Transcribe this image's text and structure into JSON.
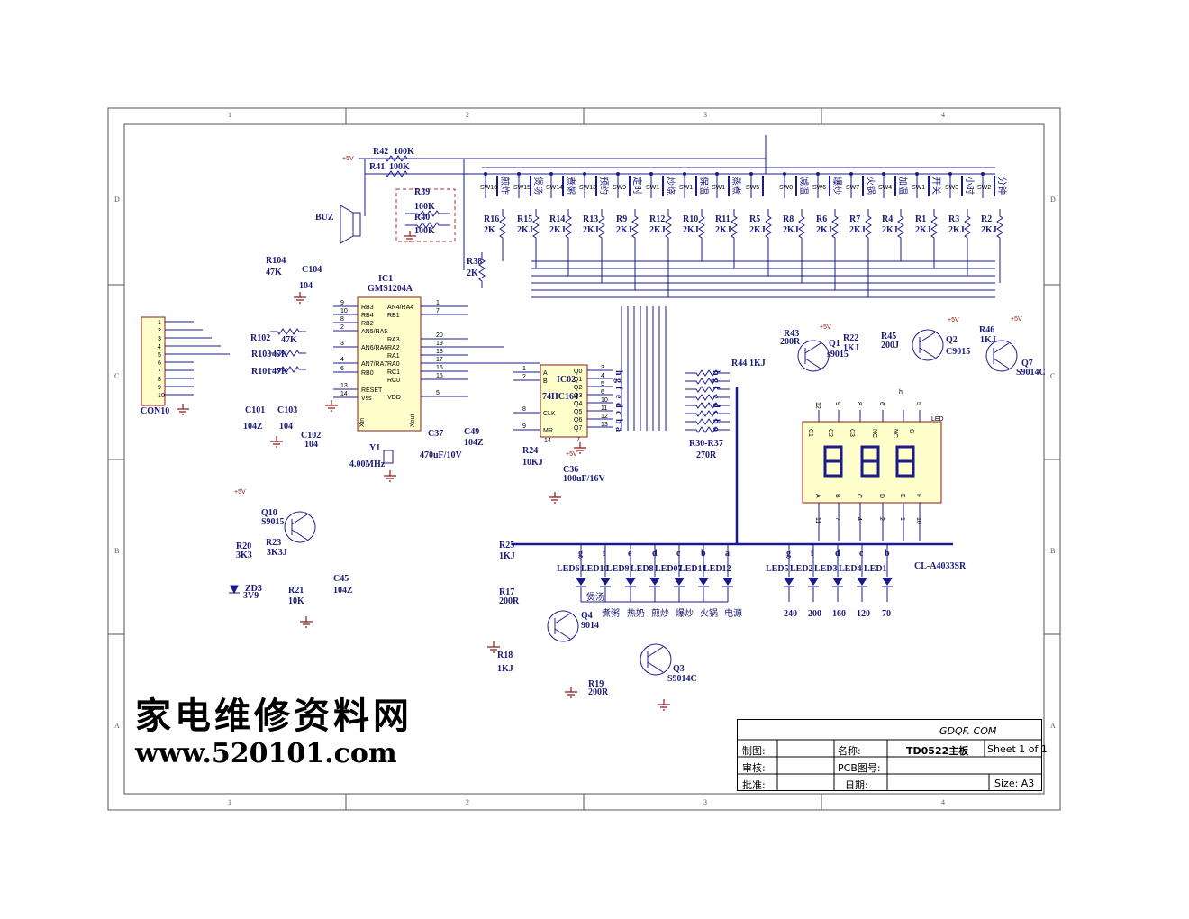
{
  "grid": {
    "cols": [
      "1",
      "2",
      "3",
      "4"
    ],
    "rows": [
      "D",
      "C",
      "B",
      "A"
    ]
  },
  "power_label": "+5V",
  "resistors_top": [
    {
      "ref": "R42",
      "value": "100K"
    },
    {
      "ref": "R41",
      "value": "100K"
    },
    {
      "ref": "R39",
      "value": "100K"
    },
    {
      "ref": "R40",
      "value": "100K"
    },
    {
      "ref": "R38",
      "value": "2K"
    },
    {
      "ref": "R104",
      "value": "47K"
    }
  ],
  "buzzer": "BUZ",
  "switches": [
    {
      "ref": "SW16",
      "cn": "煎炸"
    },
    {
      "ref": "SW15",
      "cn": "煲汤"
    },
    {
      "ref": "SW14",
      "cn": "煮粥"
    },
    {
      "ref": "SW13",
      "cn": "预约"
    },
    {
      "ref": "SW9",
      "cn": "定时"
    },
    {
      "ref": "SW1",
      "cn": "炒烧"
    },
    {
      "ref": "SW1",
      "cn": "保温"
    },
    {
      "ref": "SW1",
      "cn": "蒸煮"
    },
    {
      "ref": "SW5",
      "cn": ""
    },
    {
      "ref": "SW8",
      "cn": "减温"
    },
    {
      "ref": "SW6",
      "cn": "爆炒"
    },
    {
      "ref": "SW7",
      "cn": "火锅"
    },
    {
      "ref": "SW4",
      "cn": "加温"
    },
    {
      "ref": "SW1",
      "cn": "开关"
    },
    {
      "ref": "SW3",
      "cn": "小时"
    },
    {
      "ref": "SW2",
      "cn": "分钟"
    }
  ],
  "switch_resistors": [
    {
      "ref": "R16",
      "value": "2K"
    },
    {
      "ref": "R15",
      "value": "2KJ"
    },
    {
      "ref": "R14",
      "value": "2KJ"
    },
    {
      "ref": "R13",
      "value": "2KJ"
    },
    {
      "ref": "R9",
      "value": "2KJ"
    },
    {
      "ref": "R12",
      "value": "2KJ"
    },
    {
      "ref": "R10",
      "value": "2KJ"
    },
    {
      "ref": "R11",
      "value": "2KJ"
    },
    {
      "ref": "R5",
      "value": "2KJ"
    },
    {
      "ref": "R8",
      "value": "2KJ"
    },
    {
      "ref": "R6",
      "value": "2KJ"
    },
    {
      "ref": "R7",
      "value": "2KJ"
    },
    {
      "ref": "R4",
      "value": "2KJ"
    },
    {
      "ref": "R1",
      "value": "2KJ"
    },
    {
      "ref": "R3",
      "value": "2KJ"
    },
    {
      "ref": "R2",
      "value": "2KJ"
    }
  ],
  "ic1": {
    "ref": "IC1",
    "part": "GMS1204A",
    "left_pins": [
      {
        "num": "9",
        "name": "RB3"
      },
      {
        "num": "10",
        "name": "RB4"
      },
      {
        "num": "8",
        "name": "RB2"
      },
      {
        "num": "2",
        "name": "AN5/RA5"
      },
      {
        "num": "3",
        "name": "AN6/RA6"
      },
      {
        "num": "4",
        "name": "AN7/RA7"
      },
      {
        "num": "6",
        "name": "RB0"
      },
      {
        "num": "13",
        "name": "RESET"
      },
      {
        "num": "14",
        "name": "Vss"
      }
    ],
    "right_pins": [
      {
        "num": "1",
        "name": "AN4/RA4"
      },
      {
        "num": "7",
        "name": "RB1"
      },
      {
        "num": "20",
        "name": "RA3"
      },
      {
        "num": "19",
        "name": "RA2"
      },
      {
        "num": "18",
        "name": "RA1"
      },
      {
        "num": "17",
        "name": "RA0"
      },
      {
        "num": "16",
        "name": "RC1"
      },
      {
        "num": "15",
        "name": "RC0"
      },
      {
        "num": "5",
        "name": "VDD"
      }
    ],
    "bottom": [
      "Xin",
      "Xout"
    ]
  },
  "ic2": {
    "ref": "IC02",
    "part": "74HC164",
    "pins_left": [
      "A",
      "B",
      "CLK",
      "MR"
    ],
    "pins_right": [
      "Q0",
      "Q1",
      "Q2",
      "Q3",
      "Q4",
      "Q5",
      "Q6",
      "Q7"
    ],
    "pin_nums_left": [
      "1",
      "2",
      "8",
      "9"
    ],
    "pin_nums_right": [
      "3",
      "4",
      "5",
      "6",
      "10",
      "11",
      "12",
      "13"
    ],
    "vcc_pin": "14",
    "gnd_pin": "7"
  },
  "connector": {
    "ref": "CON10",
    "pins": [
      "1",
      "2",
      "3",
      "4",
      "5",
      "6",
      "7",
      "8",
      "9",
      "10"
    ]
  },
  "left_parts": [
    {
      "ref": "R102",
      "value": "47K"
    },
    {
      "ref": "R103",
      "value": "47K"
    },
    {
      "ref": "R101",
      "value": "47K"
    },
    {
      "ref": "C101",
      "value": "104Z"
    },
    {
      "ref": "C103",
      "value": "104"
    },
    {
      "ref": "C102",
      "value": "104"
    },
    {
      "ref": "C104",
      "value": "104"
    }
  ],
  "crystal": {
    "ref": "Y1",
    "value": "4.00MHz"
  },
  "caps": [
    {
      "ref": "C37",
      "value": "470uF/10V"
    },
    {
      "ref": "C49",
      "value": "104Z"
    },
    {
      "ref": "C36",
      "value": "100uF/16V"
    },
    {
      "ref": "C45",
      "value": "104Z"
    }
  ],
  "r24": {
    "ref": "R24",
    "value": "10KJ"
  },
  "r30_37": {
    "ref": "R30-R37",
    "value": "270R"
  },
  "seg_letters": [
    "h",
    "g",
    "f",
    "e",
    "d",
    "c",
    "b",
    "a"
  ],
  "transistors": [
    {
      "ref": "Q1",
      "part": "s9015"
    },
    {
      "ref": "Q2",
      "part": "C9015"
    },
    {
      "ref": "Q7",
      "part": "S9014C"
    },
    {
      "ref": "Q10",
      "part": "S9015"
    },
    {
      "ref": "Q4",
      "part": "9014"
    },
    {
      "ref": "Q3",
      "part": "S9014C"
    }
  ],
  "driver_resistors": [
    {
      "ref": "R44",
      "value": "1KJ"
    },
    {
      "ref": "R43",
      "value": "200R"
    },
    {
      "ref": "R22",
      "value": "1KJ"
    },
    {
      "ref": "R45",
      "value": "200J"
    },
    {
      "ref": "R46",
      "value": "1KJ"
    },
    {
      "ref": "R20",
      "value": "3K3"
    },
    {
      "ref": "R23",
      "value": "3K3J"
    },
    {
      "ref": "R21",
      "value": "10K"
    },
    {
      "ref": "R25",
      "value": "1KJ"
    },
    {
      "ref": "R17",
      "value": "200R"
    },
    {
      "ref": "R18",
      "value": "1KJ"
    },
    {
      "ref": "R19",
      "value": "200R"
    }
  ],
  "zener": {
    "ref": "ZD3",
    "value": "3V9"
  },
  "display": {
    "part": "CL-A4033SR",
    "label": "LED",
    "top_pins": [
      "C1",
      "C2",
      "C3",
      "NC",
      "NC",
      "G"
    ],
    "top_nums": [
      "12",
      "9",
      "8",
      "6",
      "",
      "5"
    ],
    "bottom_pins": [
      "A",
      "B",
      "C",
      "D",
      "E",
      "F"
    ],
    "bottom_nums": [
      "11",
      "7",
      "4",
      "2",
      "1",
      "10"
    ],
    "h_label": "h",
    "digits": "888"
  },
  "leds_left": [
    {
      "ref": "LED6",
      "seg": "g",
      "cn": "煲汤"
    },
    {
      "ref": "LED10",
      "seg": "f",
      "cn": "煮粥"
    },
    {
      "ref": "LED9",
      "seg": "e",
      "cn": "热奶"
    },
    {
      "ref": "LED8",
      "seg": "d",
      "cn": "煎炒"
    },
    {
      "ref": "LED07",
      "seg": "c",
      "cn": "爆炒"
    },
    {
      "ref": "LED11",
      "seg": "b",
      "cn": "火锅"
    },
    {
      "ref": "LED12",
      "seg": "a",
      "cn": "电源"
    }
  ],
  "leds_right": [
    {
      "ref": "LED5",
      "seg": "g",
      "val": "240"
    },
    {
      "ref": "LED2",
      "seg": "f",
      "val": "200"
    },
    {
      "ref": "LED3",
      "seg": "d",
      "val": "160"
    },
    {
      "ref": "LED4",
      "seg": "c",
      "val": "120"
    },
    {
      "ref": "LED1",
      "seg": "b",
      "val": "70"
    }
  ],
  "watermark": {
    "cn": "家电维修资料网",
    "url": "www.520101.com"
  },
  "title_block": {
    "site": "GDQF. COM",
    "drawn_label": "制图:",
    "name_label": "名称:",
    "name_value": "TD0522主板",
    "sheet": "Sheet 1 of  1",
    "check_label": "审核:",
    "pcb_label": "PCB图号:",
    "approve_label": "批准:",
    "date_label": "日期:",
    "size": "Size:  A3"
  }
}
